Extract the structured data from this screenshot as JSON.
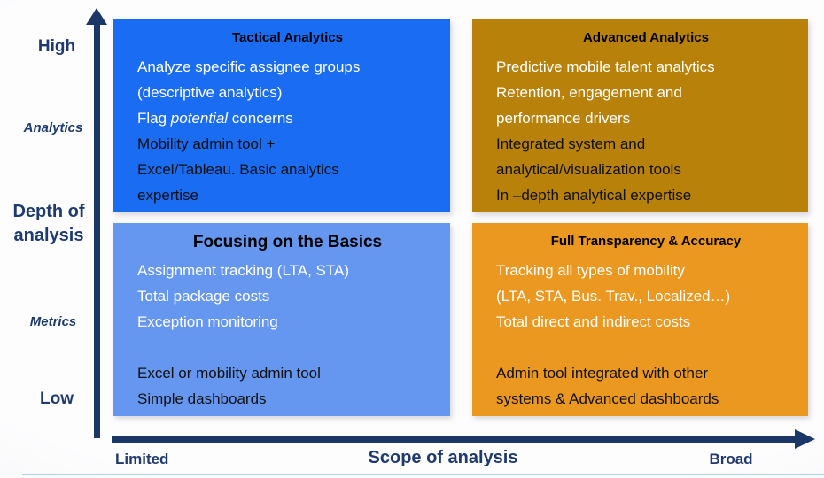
{
  "y_axis": {
    "label_line1": "Depth of",
    "label_line2": "analysis",
    "high": "High",
    "analytics": "Analytics",
    "metrics": "Metrics",
    "low": "Low"
  },
  "x_axis": {
    "label": "Scope of analysis",
    "limited": "Limited",
    "broad": "Broad"
  },
  "quadrants": [
    {
      "id": "tactical-analytics",
      "title": "Tactical Analytics",
      "bg": "#1A6CF3",
      "lines": [
        {
          "text": "Analyze specific assignee groups",
          "tone": "light"
        },
        {
          "text": "(descriptive analytics)",
          "tone": "light"
        },
        {
          "pre": "Flag ",
          "italic": "potential",
          "post": " concerns",
          "tone": "light"
        },
        {
          "text": "Mobility admin tool +",
          "tone": "dark"
        },
        {
          "text": "Excel/Tableau. Basic analytics",
          "tone": "dark"
        },
        {
          "text": "expertise",
          "tone": "dark"
        }
      ]
    },
    {
      "id": "advanced-analytics",
      "title": "Advanced Analytics",
      "bg": "#B8820A",
      "lines": [
        {
          "text": "Predictive mobile talent analytics",
          "tone": "light"
        },
        {
          "text": "Retention, engagement and",
          "tone": "light"
        },
        {
          "text": "performance drivers",
          "tone": "light"
        },
        {
          "text": "Integrated system and",
          "tone": "dark"
        },
        {
          "text": "analytical/visualization tools",
          "tone": "dark"
        },
        {
          "text": "In –depth analytical expertise",
          "tone": "dark"
        }
      ]
    },
    {
      "id": "focusing-on-the-basics",
      "title": "Focusing on the Basics",
      "bg": "#6697F0",
      "lines": [
        {
          "text": "Assignment tracking (LTA, STA)",
          "tone": "light"
        },
        {
          "text": "Total package costs",
          "tone": "light"
        },
        {
          "text": "Exception monitoring",
          "tone": "light"
        },
        {
          "text": "",
          "tone": "light"
        },
        {
          "text": "Excel or mobility admin tool",
          "tone": "dark"
        },
        {
          "text": "Simple dashboards",
          "tone": "dark"
        }
      ]
    },
    {
      "id": "full-transparency-accuracy",
      "title": "Full Transparency & Accuracy",
      "bg": "#EB9820",
      "lines": [
        {
          "text": "Tracking all types of mobility",
          "tone": "light"
        },
        {
          "text": "(LTA, STA, Bus. Trav., Localized…)",
          "tone": "light"
        },
        {
          "text": "Total direct and indirect costs",
          "tone": "light"
        },
        {
          "text": "",
          "tone": "light"
        },
        {
          "text": "Admin tool integrated with other",
          "tone": "dark"
        },
        {
          "text": "systems & Advanced dashboards",
          "tone": "dark"
        }
      ]
    }
  ],
  "colors": {
    "quadrant_top_left": "#1A6CF3",
    "quadrant_top_right": "#B8820A",
    "quadrant_bottom_left": "#6697F0",
    "quadrant_bottom_right": "#EB9820",
    "axis_navy": "#1E3A6E",
    "arrow_navy": "#1B3766",
    "bottom_rule_blue": "#AED7EF",
    "light_text": "#FFFFFF",
    "dark_text": "#101010"
  }
}
